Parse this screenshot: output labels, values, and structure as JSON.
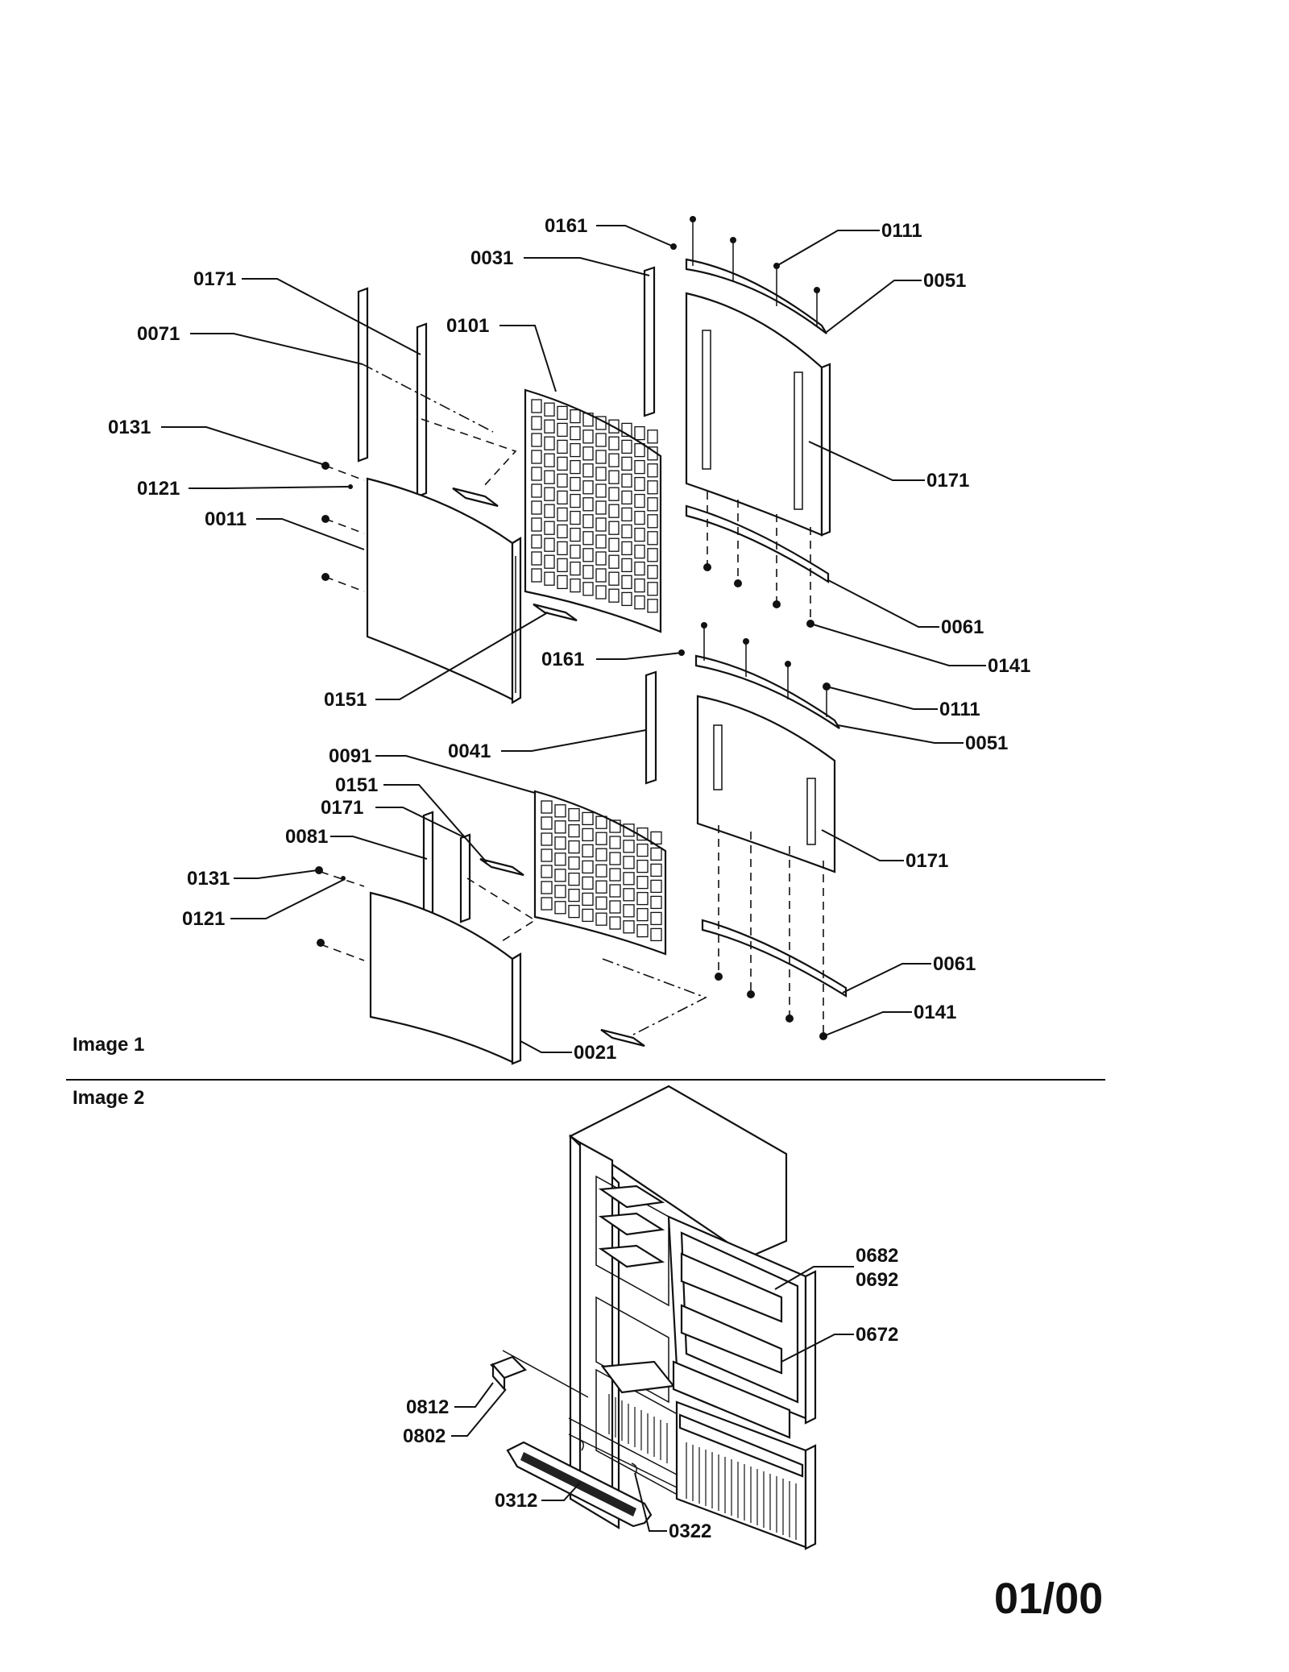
{
  "captions": {
    "image1": "Image 1",
    "image2": "Image 2"
  },
  "revision": "01/00",
  "callouts": {
    "upper": {
      "c0161_top": "0161",
      "c0111_top": "0111",
      "c0031": "0031",
      "c0051_top": "0051",
      "c0171_tl": "0171",
      "c0071": "0071",
      "c0101": "0101",
      "c0131_top": "0131",
      "c0171_right_top": "0171",
      "c0121_top": "0121",
      "c0011": "0011",
      "c0061_top": "0061",
      "c0161_mid": "0161",
      "c0141_top": "0141",
      "c0151_top": "0151",
      "c0111_mid": "0111",
      "c0051_mid": "0051"
    },
    "lower": {
      "c0091": "0091",
      "c0041": "0041",
      "c0151_low": "0151",
      "c0171_low_left": "0171",
      "c0081": "0081",
      "c0171_right_low": "0171",
      "c0131_low": "0131",
      "c0121_low": "0121",
      "c0061_low": "0061",
      "c0141_low": "0141",
      "c0021": "0021"
    },
    "image2": {
      "c0682": "0682",
      "c0692": "0692",
      "c0672": "0672",
      "c0812": "0812",
      "c0802": "0802",
      "c0312": "0312",
      "c0322": "0322"
    }
  }
}
